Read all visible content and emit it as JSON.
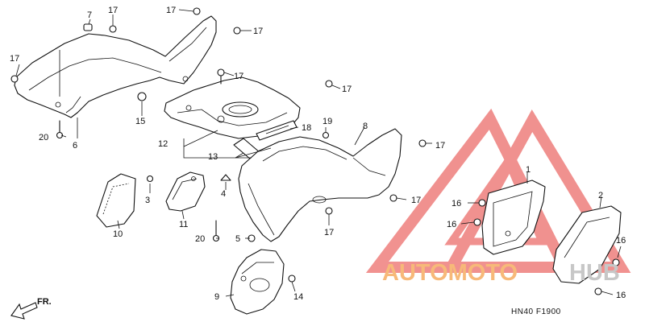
{
  "callouts": [
    "1",
    "2",
    "3",
    "4",
    "5",
    "6",
    "7",
    "8",
    "9",
    "10",
    "11",
    "12",
    "13",
    "14",
    "15",
    "16",
    "17",
    "18",
    "19",
    "20"
  ],
  "direction_label": "FR.",
  "diagram_code": "HN40  F1900",
  "watermark": {
    "part1": "AUTOMOTO",
    "part2": "HUB",
    "color_part1": "#f7b979",
    "color_part2": "#c7c7c7",
    "logo_color": "#e53935"
  }
}
